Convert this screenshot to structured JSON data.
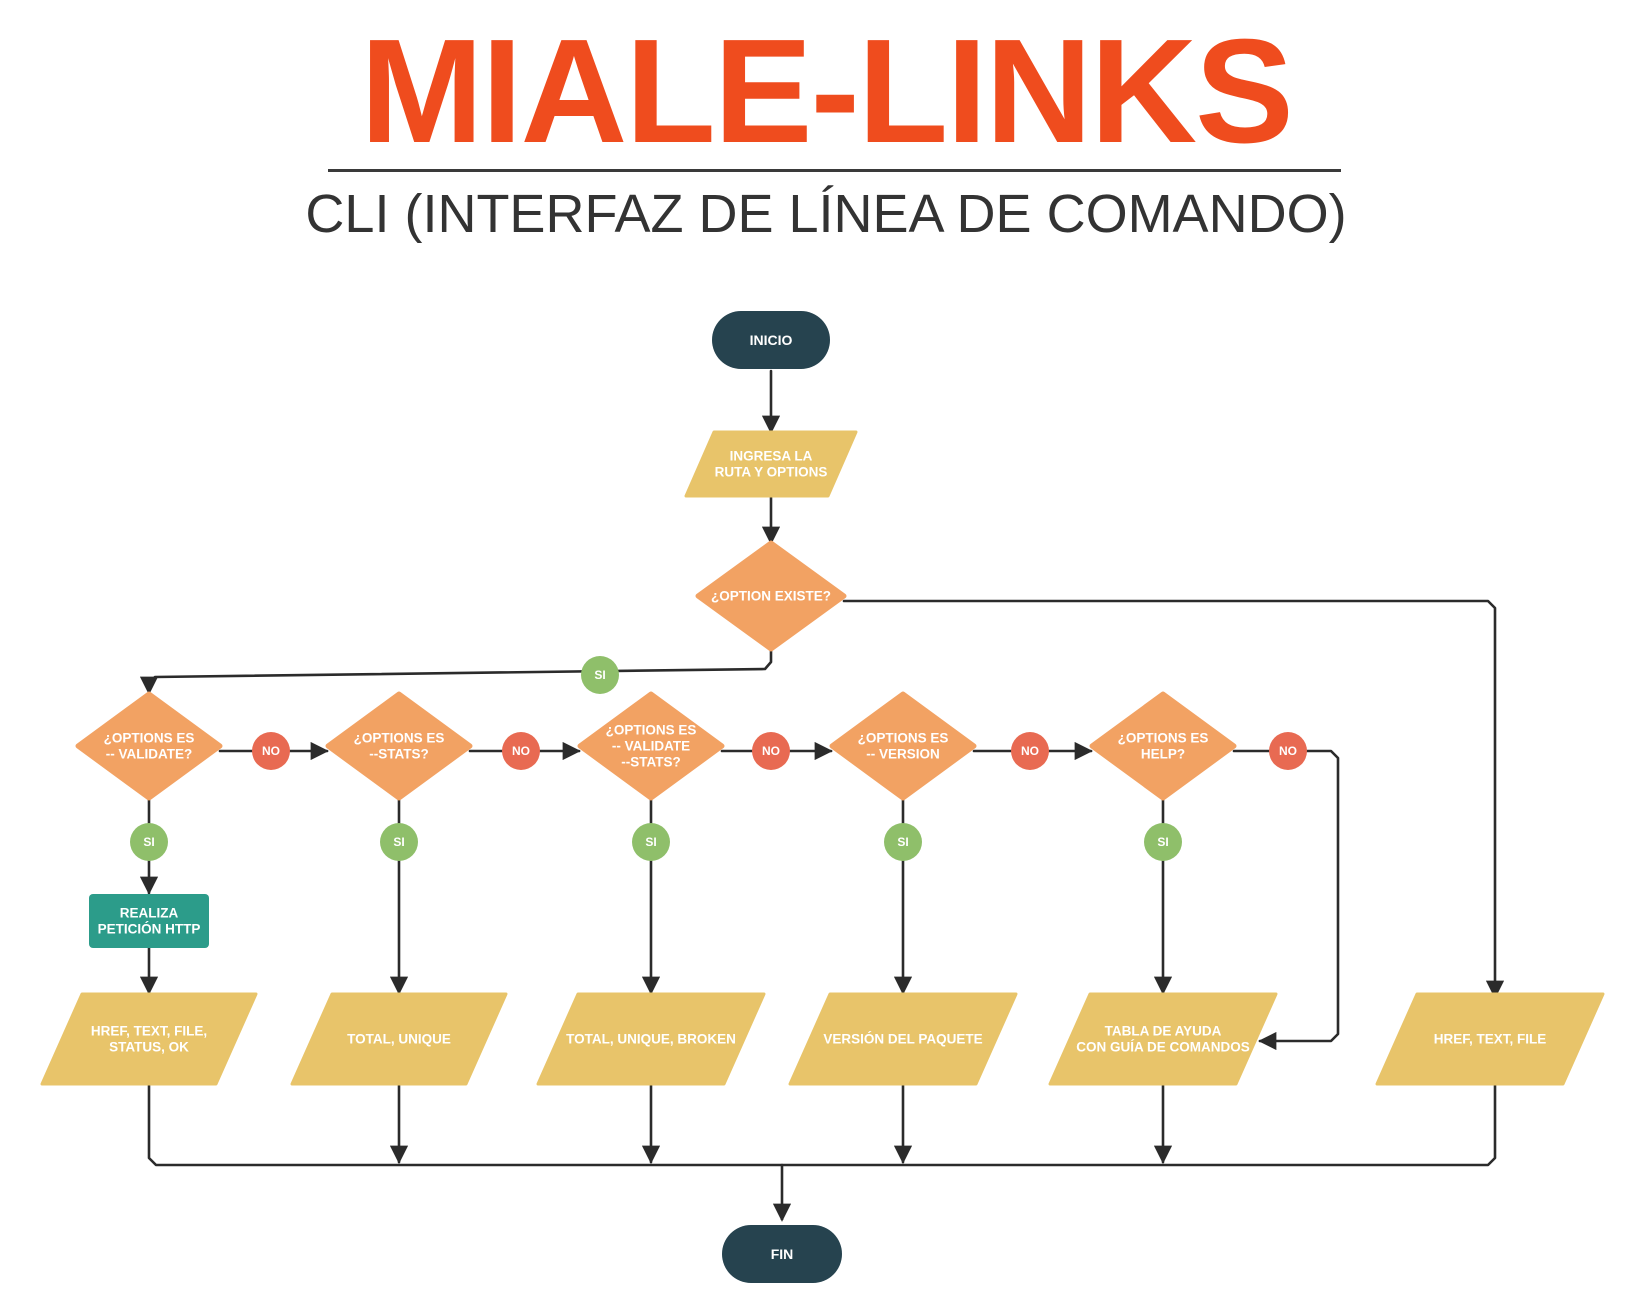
{
  "header": {
    "title": "MIALE-LINKS",
    "subtitle": "CLI (INTERFAZ DE LÍNEA DE COMANDO)"
  },
  "colors": {
    "title": "#ef4c1e",
    "terminal": "#26434f",
    "io": "#e8c46a",
    "decision": "#f2a263",
    "process": "#2c9c8a",
    "yes": "#8fbf6a",
    "no": "#e86a52",
    "line": "#2b2b2b"
  },
  "nodes": {
    "start": {
      "shape": "terminal",
      "lines": [
        "INICIO"
      ]
    },
    "input": {
      "shape": "io",
      "lines": [
        "INGRESA LA",
        "RUTA Y OPTIONS"
      ]
    },
    "d_exists": {
      "shape": "decision",
      "lines": [
        "¿OPTION EXISTE?"
      ]
    },
    "d_validate": {
      "shape": "decision",
      "lines": [
        "¿OPTIONS ES",
        "-- VALIDATE?"
      ]
    },
    "d_stats": {
      "shape": "decision",
      "lines": [
        "¿OPTIONS ES",
        "--STATS?"
      ]
    },
    "d_valstats": {
      "shape": "decision",
      "lines": [
        "¿OPTIONS ES",
        "-- VALIDATE",
        "--STATS?"
      ]
    },
    "d_version": {
      "shape": "decision",
      "lines": [
        "¿OPTIONS ES",
        "-- VERSION"
      ]
    },
    "d_help": {
      "shape": "decision",
      "lines": [
        "¿OPTIONS ES",
        "HELP?"
      ]
    },
    "p_http": {
      "shape": "process",
      "lines": [
        "REALIZA",
        "PETICIÓN HTTP"
      ]
    },
    "o_validate": {
      "shape": "io",
      "lines": [
        "HREF, TEXT, FILE,",
        "STATUS, OK"
      ]
    },
    "o_stats": {
      "shape": "io",
      "lines": [
        "TOTAL, UNIQUE"
      ]
    },
    "o_valstats": {
      "shape": "io",
      "lines": [
        "TOTAL, UNIQUE, BROKEN"
      ]
    },
    "o_version": {
      "shape": "io",
      "lines": [
        "VERSIÓN DEL PAQUETE"
      ]
    },
    "o_help": {
      "shape": "io",
      "lines": [
        "TABLA DE AYUDA",
        "CON GUÍA DE COMANDOS"
      ]
    },
    "o_default": {
      "shape": "io",
      "lines": [
        "HREF, TEXT, FILE"
      ]
    },
    "end": {
      "shape": "terminal",
      "lines": [
        "FIN"
      ]
    }
  },
  "edge_labels": {
    "yes": "SI",
    "no": "NO"
  },
  "edges": [
    {
      "from": "start",
      "to": "input"
    },
    {
      "from": "input",
      "to": "d_exists"
    },
    {
      "from": "d_exists",
      "to": "d_validate",
      "label": "yes"
    },
    {
      "from": "d_exists",
      "to": "o_default"
    },
    {
      "from": "d_validate",
      "to": "p_http",
      "label": "yes"
    },
    {
      "from": "p_http",
      "to": "o_validate"
    },
    {
      "from": "d_validate",
      "to": "d_stats",
      "label": "no"
    },
    {
      "from": "d_stats",
      "to": "o_stats",
      "label": "yes"
    },
    {
      "from": "d_stats",
      "to": "d_valstats",
      "label": "no"
    },
    {
      "from": "d_valstats",
      "to": "o_valstats",
      "label": "yes"
    },
    {
      "from": "d_valstats",
      "to": "d_version",
      "label": "no"
    },
    {
      "from": "d_version",
      "to": "o_version",
      "label": "yes"
    },
    {
      "from": "d_version",
      "to": "d_help",
      "label": "no"
    },
    {
      "from": "d_help",
      "to": "o_help",
      "label": "yes"
    },
    {
      "from": "d_help",
      "to": "o_help",
      "label": "no"
    },
    {
      "from": "o_validate",
      "to": "end"
    },
    {
      "from": "o_stats",
      "to": "end"
    },
    {
      "from": "o_valstats",
      "to": "end"
    },
    {
      "from": "o_version",
      "to": "end"
    },
    {
      "from": "o_help",
      "to": "end"
    },
    {
      "from": "o_default",
      "to": "end"
    }
  ]
}
